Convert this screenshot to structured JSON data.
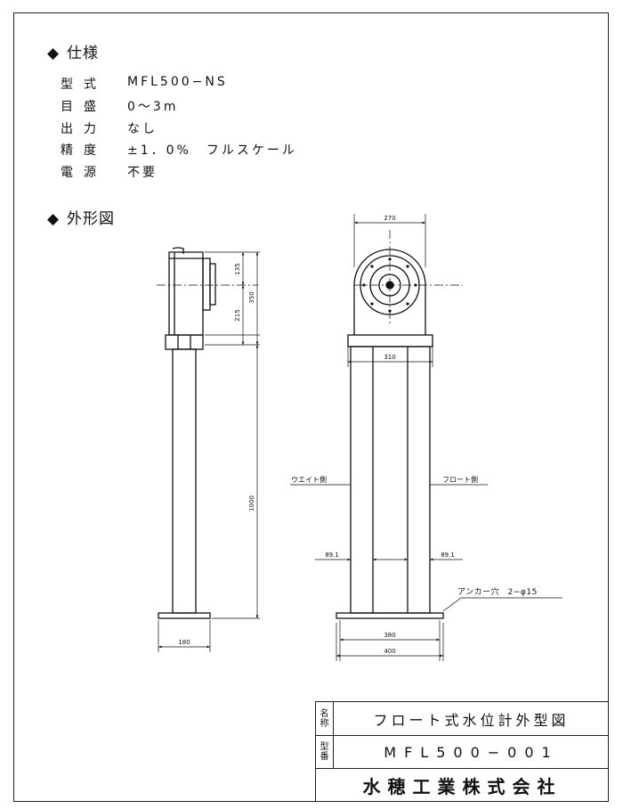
{
  "specs": {
    "heading": "仕様",
    "rows": [
      {
        "key": "型式",
        "value": "MFL500−NS"
      },
      {
        "key": "目盛",
        "value": "0～3m"
      },
      {
        "key": "出力",
        "value": "なし"
      },
      {
        "key": "精度",
        "value": "±1．0%　フルスケール"
      },
      {
        "key": "電源",
        "value": "不要"
      }
    ]
  },
  "outline": {
    "heading": "外形図",
    "bullet": "◆"
  },
  "dimensions": {
    "d135": "135",
    "d350": "350",
    "d215": "215",
    "d1000": "1000",
    "d180": "180",
    "d270": "270",
    "d310": "310",
    "d89a": "89.1",
    "d89b": "89.1",
    "d380": "380",
    "d400": "400"
  },
  "annotations": {
    "weight_side": "ウエイト側",
    "float_side": "フロート側",
    "anchor": "アンカー穴　2−φ15"
  },
  "title_block": {
    "name_label": [
      "名",
      "称"
    ],
    "name_value": "フロート式水位計外型図",
    "number_label": [
      "型",
      "番"
    ],
    "number_value": "MFL500−001",
    "company": "水穂工業株式会社"
  }
}
